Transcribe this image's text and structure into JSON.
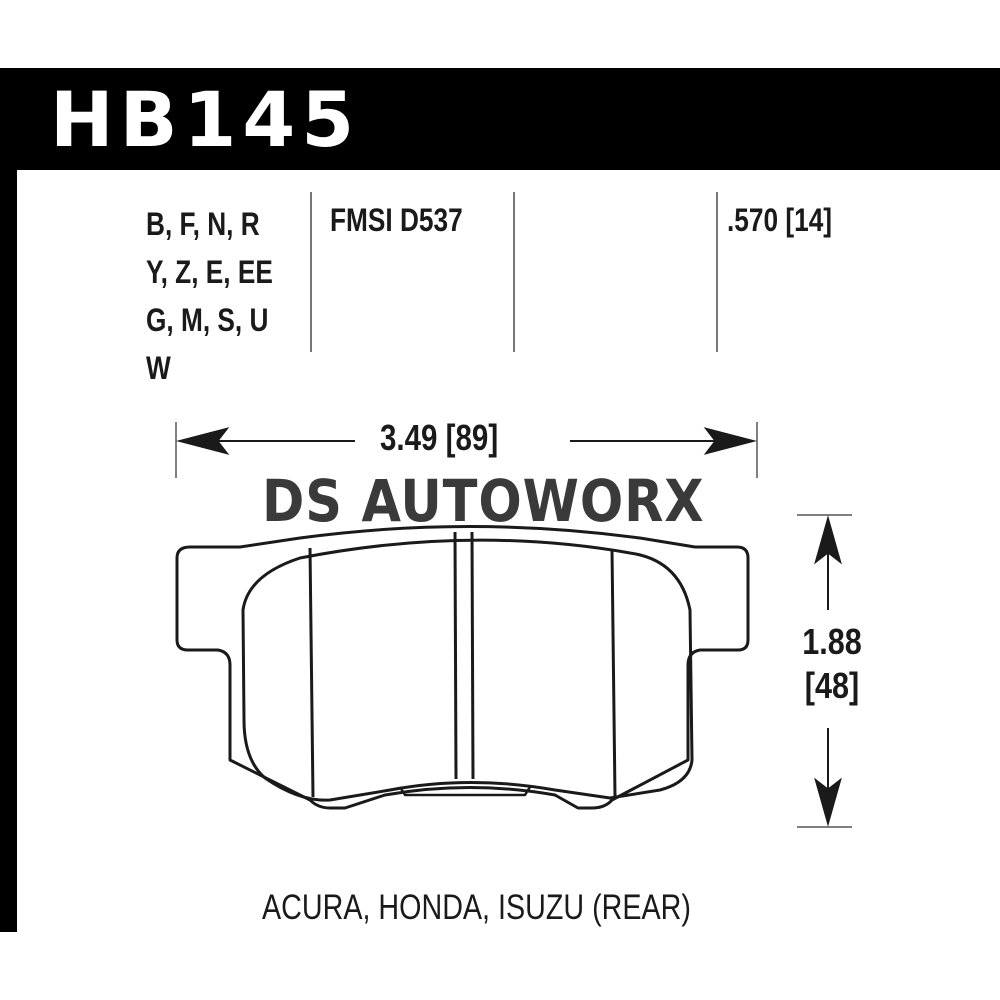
{
  "header": {
    "part_number": "HB145",
    "background_color": "#000000",
    "text_color": "#ffffff"
  },
  "specs": {
    "compound_codes": [
      "B, F, N, R",
      "Y, Z, E, EE",
      "G, M, S, U",
      "W"
    ],
    "fmsi": "FMSI D537",
    "thickness": ".570 [14]"
  },
  "dimensions": {
    "width": "3.49 [89]",
    "height_in": "1.88",
    "height_mm": "[48]"
  },
  "watermark": {
    "text": "DS AUTOWORX",
    "color": "#3a3a3a"
  },
  "drawing": {
    "subject": "brake-pad-outline",
    "stroke_color": "#1a1a1a"
  },
  "footer": {
    "application": "ACURA, HONDA, ISUZU (REAR)"
  }
}
